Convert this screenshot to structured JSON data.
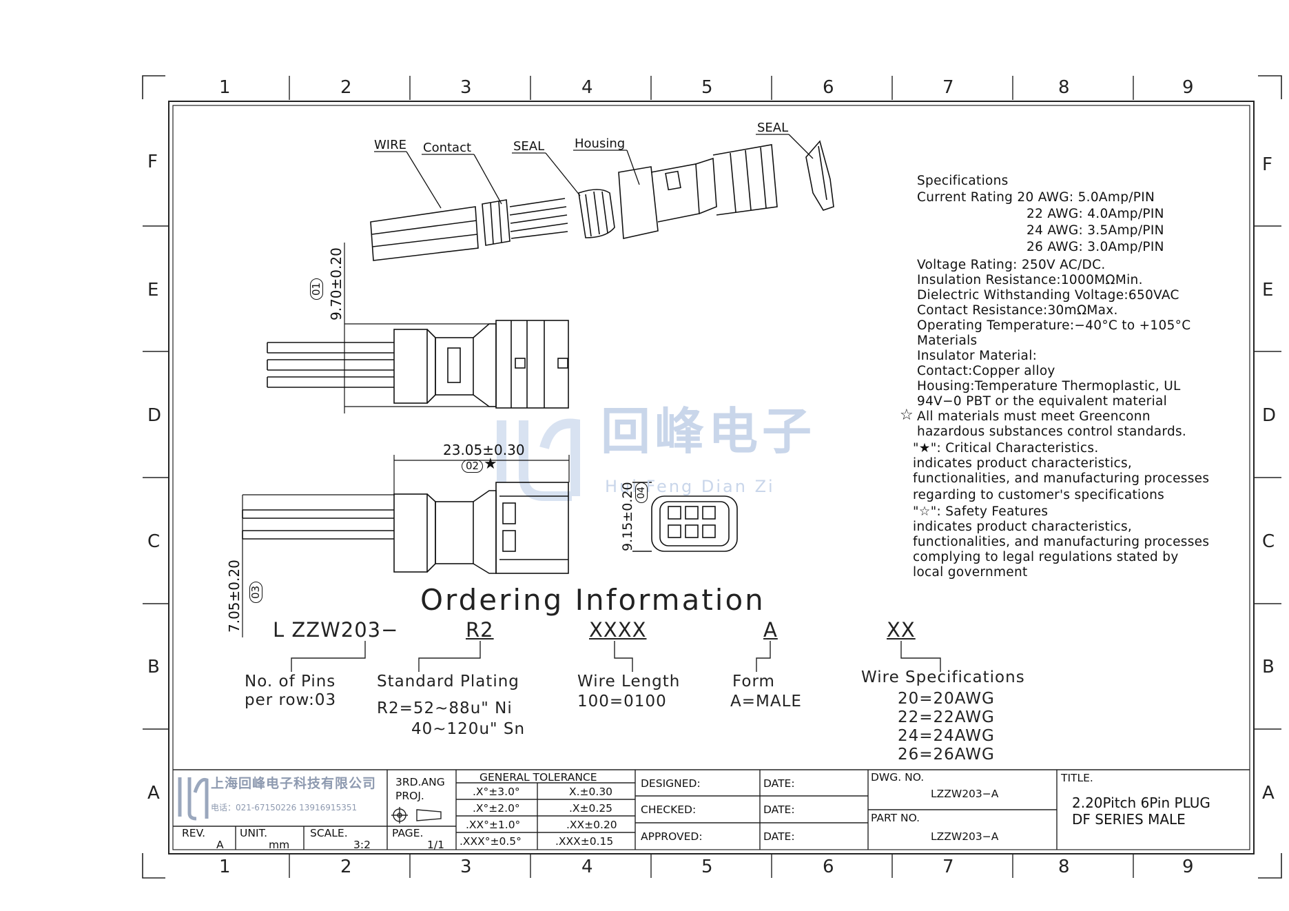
{
  "zones": {
    "columns": [
      "1",
      "2",
      "3",
      "4",
      "5",
      "6",
      "7",
      "8",
      "9"
    ],
    "rows": [
      "F",
      "E",
      "D",
      "C",
      "B",
      "A"
    ]
  },
  "callouts": {
    "wire": "WIRE",
    "contact": "Contact",
    "seal_1": "SEAL",
    "housing": "Housing",
    "seal_2": "SEAL"
  },
  "dimensions": {
    "d1": {
      "value": "9.70±0.20",
      "balloon": "01"
    },
    "d2": {
      "value": "23.05±0.30",
      "balloon": "02"
    },
    "d3": {
      "value": "7.05±0.20",
      "balloon": "03"
    },
    "d4": {
      "value": "9.15±0.20",
      "balloon": "04"
    }
  },
  "specifications": [
    "Specifications",
    "Current  Rating  20  AWG:  5.0Amp/PIN",
    "22  AWG:  4.0Amp/PIN",
    "24  AWG:  3.5Amp/PIN",
    "26  AWG:  3.0Amp/PIN",
    "Voltage  Rating:  250V  AC/DC.",
    "Insulation  Resistance:1000MΩMin.",
    "Dielectric  Withstanding  Voltage:650VAC",
    "Contact  Resistance:30mΩMax.",
    "Operating  Temperature:−40°C  to  +105°C",
    "Materials",
    "Insulator  Material:",
    "Contact:Copper  alloy",
    "Housing:Temperature  Thermoplastic,  UL",
    "94V−0  PBT  or  the  equivalent  material",
    "All  materials  must  meet  Greenconn",
    "hazardous  substances  control  standards.",
    "\"★\":  Critical  Characteristics.",
    "indicates  product  characteristics,",
    "functionalities,  and  manufacturing  processes",
    "regarding  to  customer's  specifications",
    "\"☆\":  Safety  Features",
    "indicates  product  characteristics,",
    "functionalities,  and  manufacturing  processes",
    "complying  to  legal  regulations  stated  by",
    "local  government"
  ],
  "watermark": {
    "brand": "回峰电子",
    "sub": "Hui  Feng  Dian  Zi"
  },
  "ordering": {
    "title": "Ordering  Information",
    "codes": [
      "L  ZZW203−",
      "R2",
      "XXXX",
      "A",
      "XX"
    ],
    "pins": [
      "No.  of  Pins",
      "per  row:03"
    ],
    "plating": [
      "Standard  Plating",
      "R2=52~88u\"  Ni",
      "40~120u\"  Sn"
    ],
    "wire_length": [
      "Wire  Length",
      "100=0100"
    ],
    "form": [
      "Form",
      "A=MALE"
    ],
    "wire_spec": [
      "Wire  Specifications",
      "20=20AWG",
      "22=22AWG",
      "24=24AWG",
      "26=26AWG"
    ]
  },
  "title_block": {
    "company": "上海回峰电子科技有限公司",
    "phone": "电话：021-67150226  13916915351",
    "rev_label": "REV.",
    "rev": "A",
    "unit_label": "UNIT.",
    "unit": "mm",
    "scale_label": "SCALE.",
    "scale": "3:2",
    "projection": [
      "3RD.ANG",
      "PROJ."
    ],
    "page_label": "PAGE.",
    "page": "1/1",
    "tolerance_title": "GENERAL  TOLERANCE",
    "tolerances": [
      [
        ".X°±3.0°",
        "X.±0.30"
      ],
      [
        ".X°±2.0°",
        ".X±0.25"
      ],
      [
        ".XX°±1.0°",
        ".XX±0.20"
      ],
      [
        ".XXX°±0.5°",
        ".XXX±0.15"
      ]
    ],
    "designed": "DESIGNED:",
    "checked": "CHECKED:",
    "approved": "APPROVED:",
    "date": "DATE:",
    "dwg_label": "DWG.  NO.",
    "dwg_no": "LZZW203−A",
    "part_label": "PART  NO.",
    "part_no": "LZZW203−A",
    "title_label": "TITLE.",
    "title_lines": [
      "2.20Pitch  6Pin  PLUG",
      "DF  SERIES  MALE"
    ]
  }
}
